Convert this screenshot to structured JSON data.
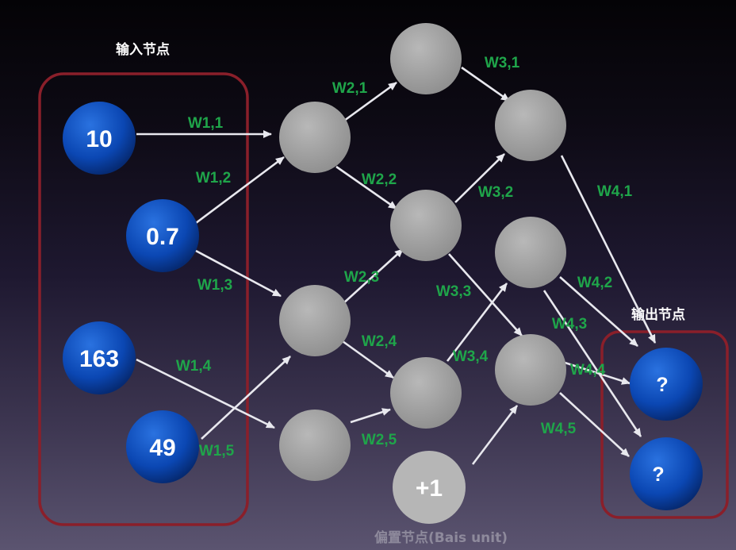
{
  "colors": {
    "background_top": "#040306",
    "background_bottom": "#5b5470",
    "input_node": "#0b47b3",
    "output_node": "#0b47b3",
    "hidden_node": "#a9a9a9",
    "bias_node": "#b6b6b6",
    "group_border": "#8a1f2a",
    "weight_label": "#1fa54a",
    "arrow": "#e8e8ee"
  },
  "input_group": {
    "title": "输入节点",
    "nodes": [
      "10",
      "0.7",
      "163",
      "49"
    ]
  },
  "output_group": {
    "title": "输出节点",
    "nodes": [
      "?",
      "?"
    ]
  },
  "bias_node": {
    "label": "+1",
    "caption": "偏置节点(Bais unit)"
  },
  "weights": {
    "w11": "W1,1",
    "w12": "W1,2",
    "w13": "W1,3",
    "w14": "W1,4",
    "w15": "W1,5",
    "w21": "W2,1",
    "w22": "W2,2",
    "w23": "W2,3",
    "w24": "W2,4",
    "w25": "W2,5",
    "w31": "W3,1",
    "w32": "W3,2",
    "w33": "W3,3",
    "w34": "W3,4",
    "w41": "W4,1",
    "w42": "W4,2",
    "w43": "W4,3",
    "w44": "W4,4",
    "w45": "W4,5"
  }
}
